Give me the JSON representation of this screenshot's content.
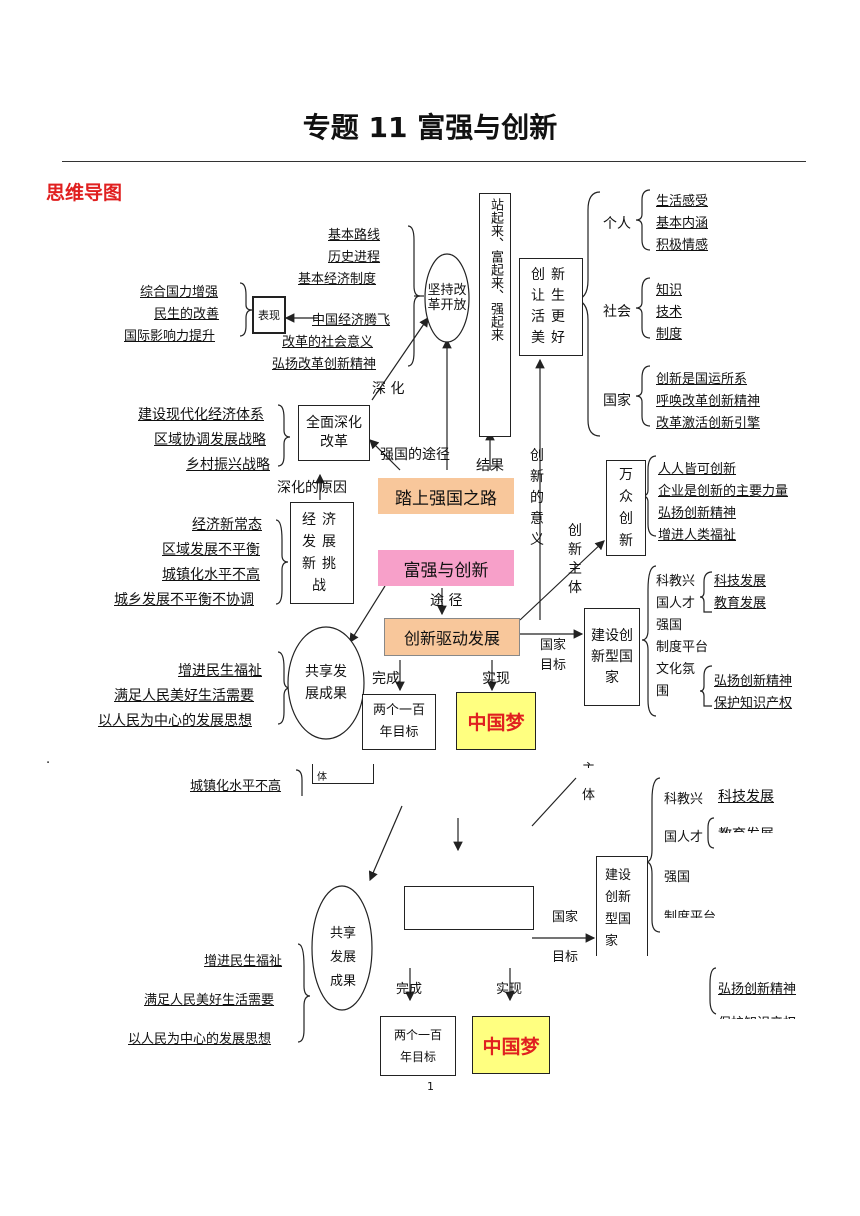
{
  "title": "专题 11 富强与创新",
  "section_label": "思维导图",
  "page_number": "1",
  "stray_dot": ".",
  "top": {
    "left_list": [
      "基本路线",
      "历史进程",
      "基本经济制度",
      "中国经济腾飞",
      "改革的社会意义",
      "弘扬改革创新精神"
    ],
    "far_left_list": [
      "综合国力增强",
      "民生的改善",
      "国际影响力提升"
    ],
    "biaoxian": "表现",
    "jianchi": "坚持改革开放",
    "shenhua": "深 化",
    "vertical_box": "站起来、富起来、强起来",
    "chuangxin_box": "创新让生活更美好",
    "branches": {
      "geren": "个人",
      "shehui": "社会",
      "guojia": "国家"
    },
    "geren_items": [
      "生活感受",
      "基本内涵",
      "积极情感"
    ],
    "shehui_items": [
      "知识",
      "技术",
      "制度"
    ],
    "guojia_items": [
      "创新是国运所系",
      "呼唤改革创新精神",
      "改革激活创新引擎"
    ],
    "reform_list": [
      "建设现代化经济体系",
      "区域协调发展战略",
      "乡村振兴战略"
    ],
    "quanmian": "全面深化改革",
    "qiangguo_tujing": "强国的途径",
    "jieguo": "结果",
    "yiyi": "创新的意义",
    "tashang": "踏上强国之路",
    "shenhua_yuanyin": "深化的原因",
    "challenge_list": [
      "经济新常态",
      "区域发展不平衡",
      "城镇化水平不高",
      "城乡发展不平衡不协调"
    ],
    "jingji_box": "经济发展新挑战",
    "center": "富强与创新",
    "tujing": "途 径",
    "wanzhong": "万众创新",
    "zhuti": "创新主体",
    "wanzhong_items": [
      "人人皆可创新",
      "企业是创新的主要力量",
      "弘扬创新精神",
      "增进人类福祉"
    ],
    "qudong": "创新驱动发展",
    "guojia_mubiao": "国家目标",
    "jianshe": "建设创新型国家",
    "jianshe_left": [
      "科教兴",
      "国人才",
      "强国",
      "制度平台",
      "文化氛",
      "围"
    ],
    "kejiao_items": [
      "科技发展",
      "教育发展"
    ],
    "wenhua_items": [
      "弘扬创新精神",
      "保护知识产权"
    ],
    "gongxiang_items": [
      "增进民生福祉",
      "满足人民美好生活需要",
      "以人民为中心的发展思想"
    ],
    "gongxiang": "共享发展成果",
    "wancheng": "完成",
    "shixian": "实现",
    "liangge": "两个一百年目标",
    "dream": "中国梦"
  },
  "bottom": {
    "chengzhen": "城镇化水平不高",
    "cut_box": "体",
    "zhuti_frag": "主",
    "ti": "体",
    "jianshe_left": [
      "科教兴",
      "国人才",
      "强国",
      "制度平台"
    ],
    "kejiao": "科技发展",
    "jiaoyu_frag": "教育发展",
    "guojia": "国家",
    "mubiao": "目标",
    "jianshe": "建设创新型国家",
    "gongxiang_items": [
      "增进民生福祉",
      "满足人民美好生活需要",
      "以人民为中心的发展思想"
    ],
    "gongxiang": "共享发展成果",
    "wancheng": "完成",
    "shixian": "实现",
    "liangge": "两个一百年目标",
    "dream": "中国梦",
    "wenhua": "弘扬创新精神",
    "baohu_frag": "保护知识产权"
  },
  "colors": {
    "orange": "#f8c79b",
    "pink": "#f7a0c9",
    "yellow": "#ffff80",
    "red": "#e02020"
  }
}
